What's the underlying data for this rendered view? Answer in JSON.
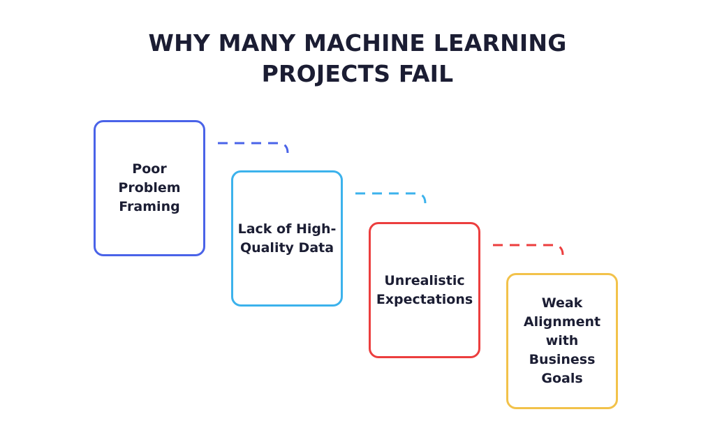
{
  "title": {
    "line1": "WHY MANY MACHINE LEARNING",
    "line2": "PROJECTS FAIL"
  },
  "steps": [
    {
      "label": "Poor Problem Framing",
      "color": "#4a63e8"
    },
    {
      "label": "Lack of High-Quality Data",
      "color": "#3cb2ec"
    },
    {
      "label": "Unrealistic Expectations",
      "color": "#ec3e3e"
    },
    {
      "label": "Weak Alignment with Business Goals",
      "color": "#f2c24a"
    }
  ]
}
